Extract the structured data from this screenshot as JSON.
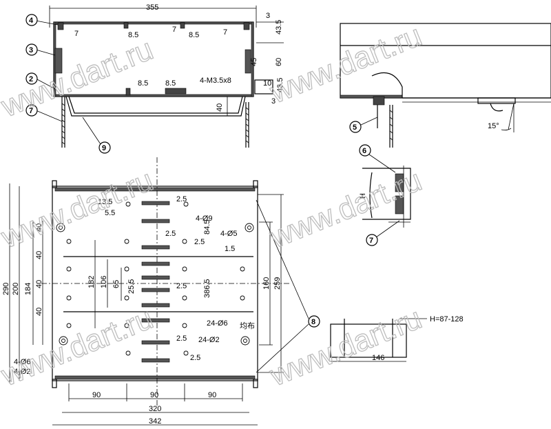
{
  "watermark": "www.dart.ru",
  "callouts": [
    "4",
    "3",
    "2",
    "7",
    "9",
    "5",
    "6",
    "7",
    "8"
  ],
  "top_view": {
    "dims": [
      "355",
      "3",
      "7",
      "8.5",
      "7",
      "8.5",
      "7",
      "43.5",
      "45",
      "60",
      "8.5",
      "8.5",
      "4-M3.5x8",
      "10",
      "43.5",
      "40",
      "3"
    ]
  },
  "side_view": {
    "angle": "15°",
    "height_label": "H"
  },
  "plan_view": {
    "dims_top": [
      "13.5",
      "5.5",
      "2.5",
      "2.5",
      "2.5",
      "1.5",
      "2.5",
      "2.5",
      "2.5"
    ],
    "holes": [
      "4-Ø9",
      "4-Ø5",
      "24-Ø6",
      "24-Ø2",
      "4-Ø6",
      "4-Ø2"
    ],
    "note": "均布",
    "dims_vert_left": [
      "290",
      "200",
      "184",
      "40",
      "40",
      "40",
      "40"
    ],
    "dims_vert_mid": [
      "182",
      "106",
      "65",
      "25.5",
      "84.5",
      "386.5",
      "160",
      "259"
    ],
    "dims_bottom": [
      "90",
      "90",
      "90",
      "320",
      "342"
    ]
  },
  "small_detail": {
    "label": "H=87-128",
    "dim": "146"
  }
}
